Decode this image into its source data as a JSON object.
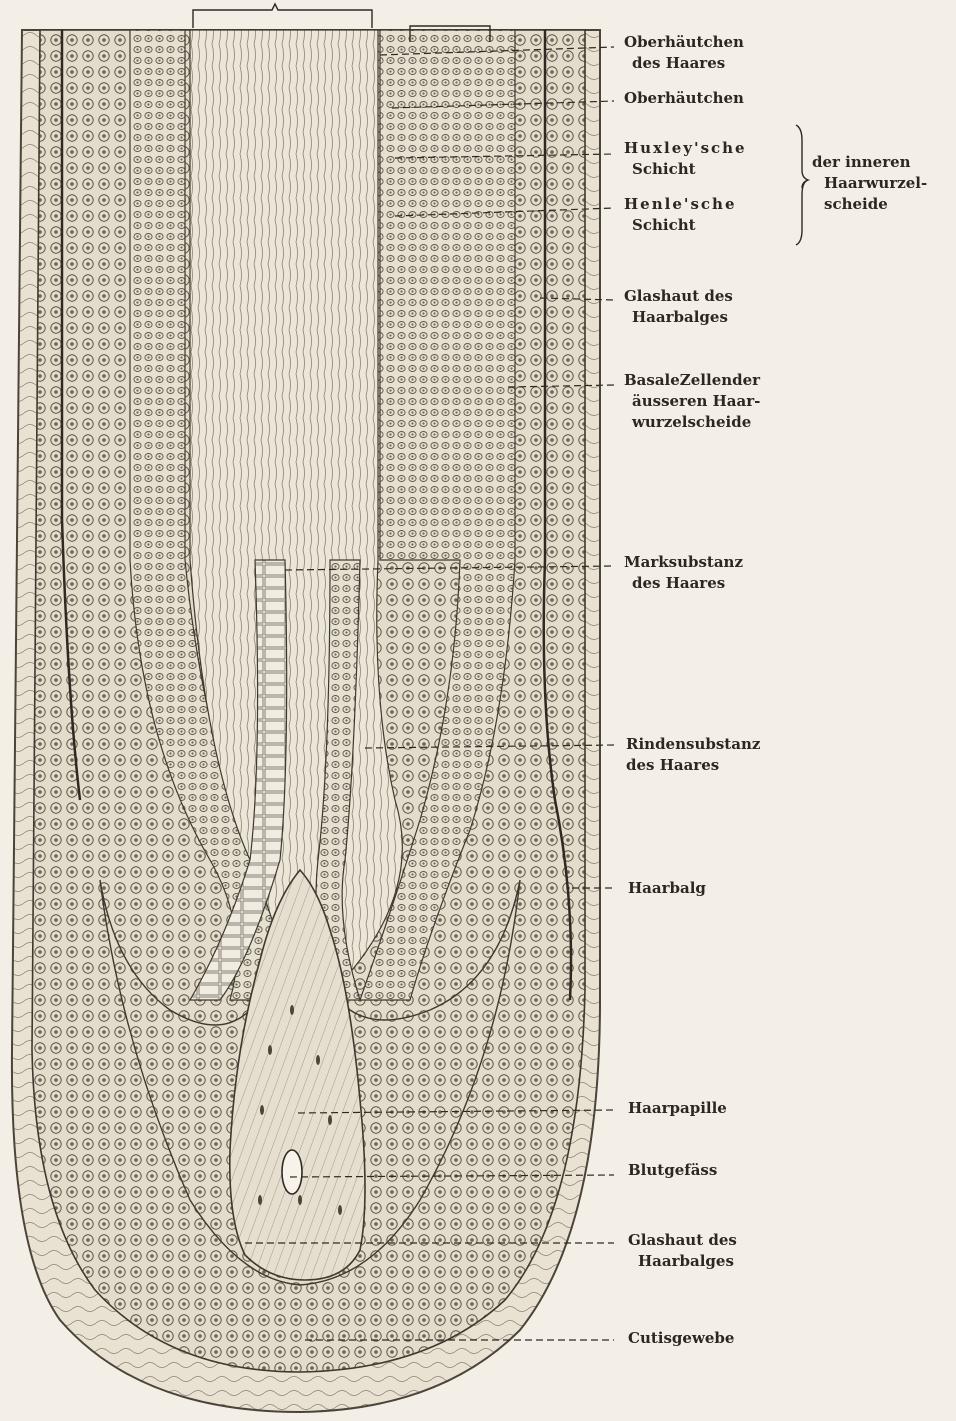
{
  "colors": {
    "background": "#f3efe6",
    "ink": "#2c2821",
    "tissue_fill": "#e8e1d2",
    "papilla_fill": "#f0ebe0"
  },
  "labels": {
    "oberhautchen_des_haares": {
      "l1": "Oberhäutchen",
      "l2": "des Haares"
    },
    "oberhautchen": {
      "l1": "Oberhäutchen"
    },
    "huxley": {
      "l1": "Huxley'sche",
      "l2": "Schicht"
    },
    "henle": {
      "l1": "Henle'sche",
      "l2": "Schicht"
    },
    "inner_sheath_group": {
      "l1": "der inneren",
      "l2": "Haarwurzel-",
      "l3": "scheide"
    },
    "glashaut_top": {
      "l1": "Glashaut des",
      "l2": "Haarbalges"
    },
    "basale_zellen": {
      "l1": "BasaleZellender",
      "l2": "äusseren Haar-",
      "l3": "wurzelscheide"
    },
    "marksubstanz": {
      "l1": "Marksubstanz",
      "l2": "des Haares"
    },
    "rindensubstanz": {
      "l1": "Rindensubstanz",
      "l2": "des Haares"
    },
    "haarbalg": {
      "l1": "Haarbalg"
    },
    "haarpapille": {
      "l1": "Haarpapille"
    },
    "blutgefass": {
      "l1": "Blutgefäss"
    },
    "glashaut_bottom": {
      "l1": "Glashaut des",
      "l2": "Haarbalges"
    },
    "cutisgewebe": {
      "l1": "Cutisgewebe"
    }
  }
}
